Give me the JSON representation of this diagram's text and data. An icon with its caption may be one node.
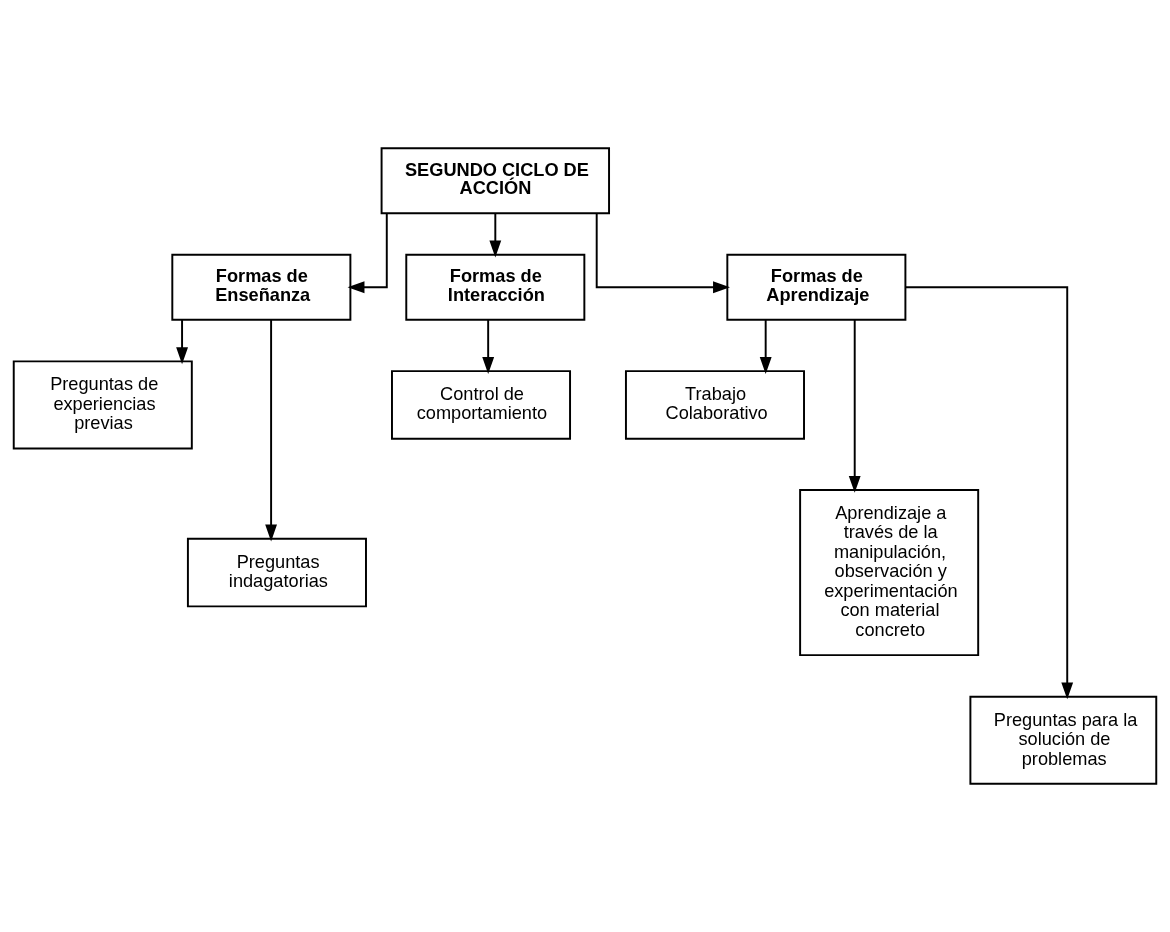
{
  "diagram": {
    "nodes": [
      {
        "text": [
          "SEGUNDO CICLO DE ACCIÓN"
        ]
      },
      {
        "text": [
          "Formas de Enseñanza"
        ]
      },
      {
        "text": [
          "Formas de Interacción"
        ]
      },
      {
        "text": [
          "Formas de Aprendizaje"
        ]
      },
      {
        "text": [
          "Preguntas de experiencias previas"
        ]
      },
      {
        "text": [
          "Preguntas indagatorias"
        ]
      },
      {
        "text": [
          "Control de comportamiento"
        ]
      },
      {
        "text": [
          "Trabajo Colaborativo"
        ]
      },
      {
        "text": [
          "Aprendizaje a través de la manipulación, observación y experimentación con material concreto"
        ]
      },
      {
        "text": [
          "Preguntas para la solución de problemas"
        ]
      }
    ],
    "edges": [
      {
        "from": 0,
        "to": 1,
        "arrow": "to"
      },
      {
        "from": 0,
        "to": 2,
        "arrow": "to"
      },
      {
        "from": 0,
        "to": 3,
        "arrow": "to"
      },
      {
        "from": 1,
        "to": 4,
        "arrow": "to"
      },
      {
        "from": 1,
        "to": 5,
        "arrow": "to"
      },
      {
        "from": 2,
        "to": 6,
        "arrow": "to"
      },
      {
        "from": 3,
        "to": 7,
        "arrow": "to"
      },
      {
        "from": 3,
        "to": 8,
        "arrow": "to"
      },
      {
        "from": 3,
        "to": 9,
        "arrow": "to"
      }
    ]
  }
}
